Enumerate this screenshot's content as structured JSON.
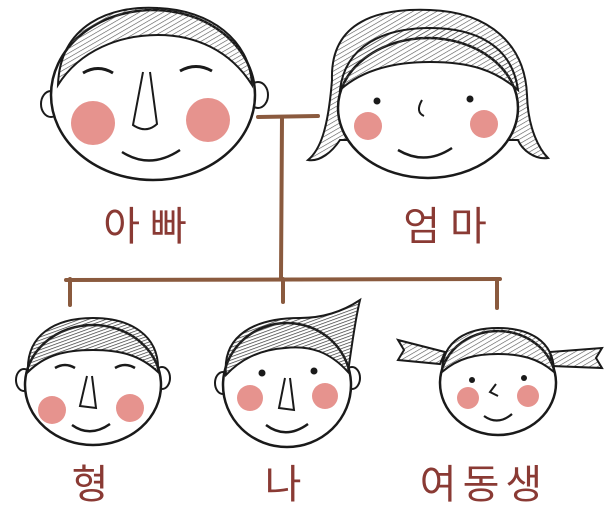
{
  "colors": {
    "ink": "#1a1a1a",
    "hair": "#9a9a9a",
    "cheek": "#e2807a",
    "tree": "#8a5a3e",
    "label": "#8a3a34",
    "skin": "#ffffff"
  },
  "family": {
    "father": {
      "label": "아빠"
    },
    "mother": {
      "label": "엄마"
    },
    "older_brother": {
      "label": "형"
    },
    "me": {
      "label": "나"
    },
    "younger_sister": {
      "label": "여동생"
    }
  }
}
